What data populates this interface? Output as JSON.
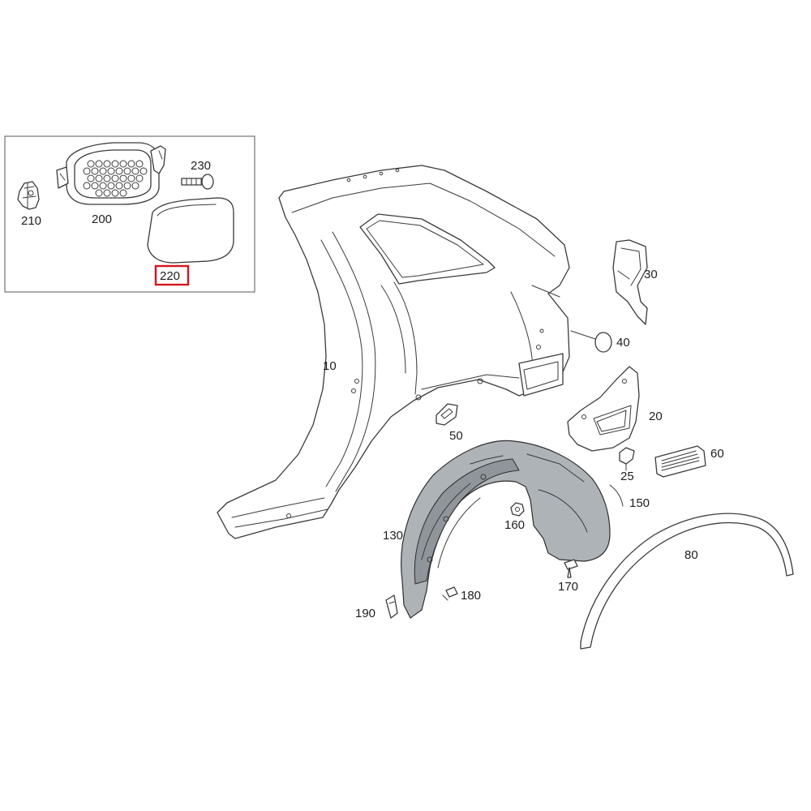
{
  "inset": {
    "labels": {
      "p210": "210",
      "p200": "200",
      "p230": "230",
      "p220": "220"
    },
    "highlighted_part": "220",
    "highlight_color": "#d6141c"
  },
  "labels": {
    "p10": "10",
    "p30": "30",
    "p40": "40",
    "p20": "20",
    "p50": "50",
    "p60": "60",
    "p25": "25",
    "p150": "150",
    "p130": "130",
    "p160": "160",
    "p80": "80",
    "p170": "170",
    "p180": "180",
    "p190": "190"
  }
}
